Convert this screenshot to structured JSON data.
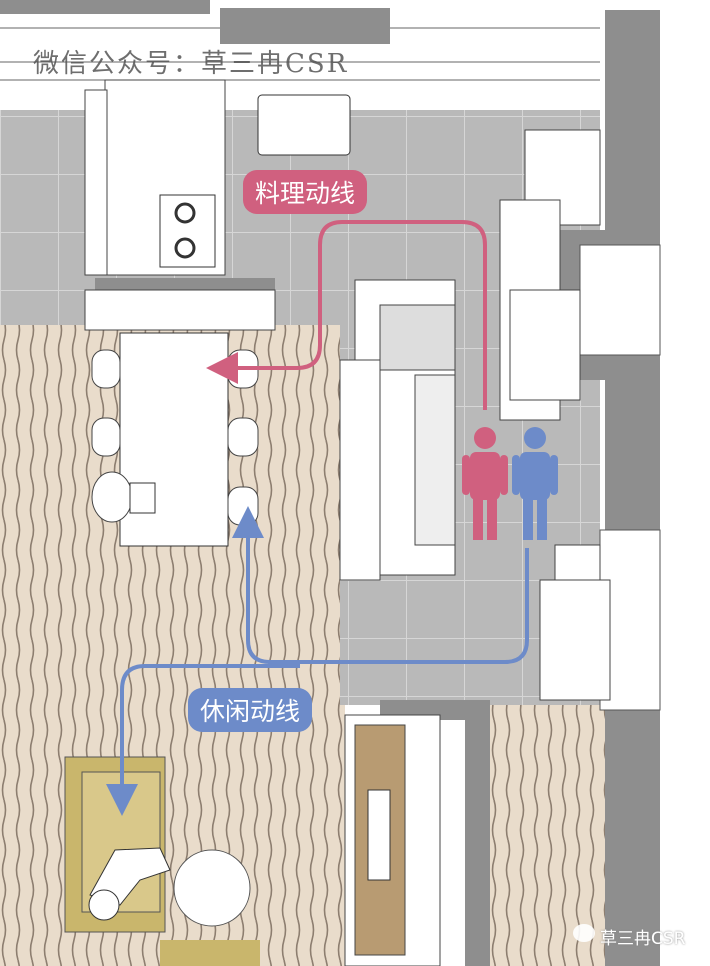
{
  "watermark_top": "微信公众号：草三冉CSR",
  "watermark_bottom": "草三冉CSR",
  "labels": {
    "cooking_path": "料理动线",
    "leisure_path": "休闲动线"
  },
  "colors": {
    "cooking_path": "#d0607f",
    "leisure_path": "#6d8bc9",
    "wall": "#8e8e8e",
    "tile": "#b9b9b9",
    "wood": "#e9dccb"
  },
  "icons": [
    "wechat-icon",
    "person-pink-icon",
    "person-blue-icon"
  ]
}
